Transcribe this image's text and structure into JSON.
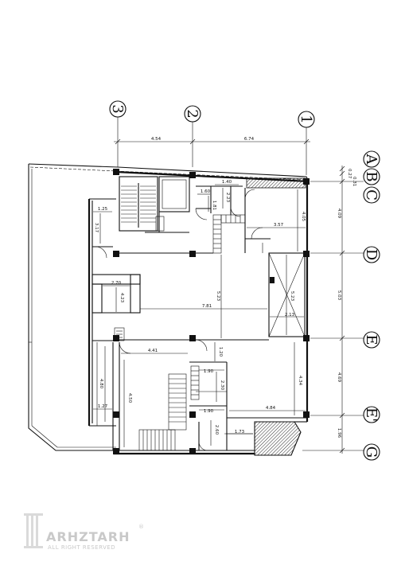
{
  "grid_columns": [
    "3",
    "2",
    "1"
  ],
  "grid_rows": [
    "A",
    "B",
    "C",
    "D",
    "E",
    "E'",
    "G"
  ],
  "top_dimensions": [
    "4.54",
    "6.74"
  ],
  "right_dimensions": [
    "4.09",
    "5.03",
    "4.69",
    "1.96"
  ],
  "abc_dimensions": [
    "0.27",
    "0.31"
  ],
  "room_dimensions": {
    "d140": "1.40",
    "d160": "1.60",
    "d223": "2.23",
    "d181": "1.81",
    "d405": "4.05",
    "d357": "3.57",
    "d125": "1.25",
    "d317": "3.17",
    "d270": "2.70",
    "d423": "4.23",
    "d781": "7.81",
    "d523": "5.23",
    "d523b": "5.23",
    "d213": "2.13",
    "d441": "4.41",
    "d120": "1.20",
    "d190a": "1.90",
    "d230": "2.30",
    "d434": "4.34",
    "d450": "4.50",
    "d480": "4.80",
    "d127": "1.27",
    "d190b": "1.90",
    "d484": "4.84",
    "d260": "2.60",
    "d173": "1.73"
  },
  "logo": {
    "name": "ARHZTARH",
    "registered": "®",
    "tagline": "ALL RIGHT RESERVED"
  }
}
